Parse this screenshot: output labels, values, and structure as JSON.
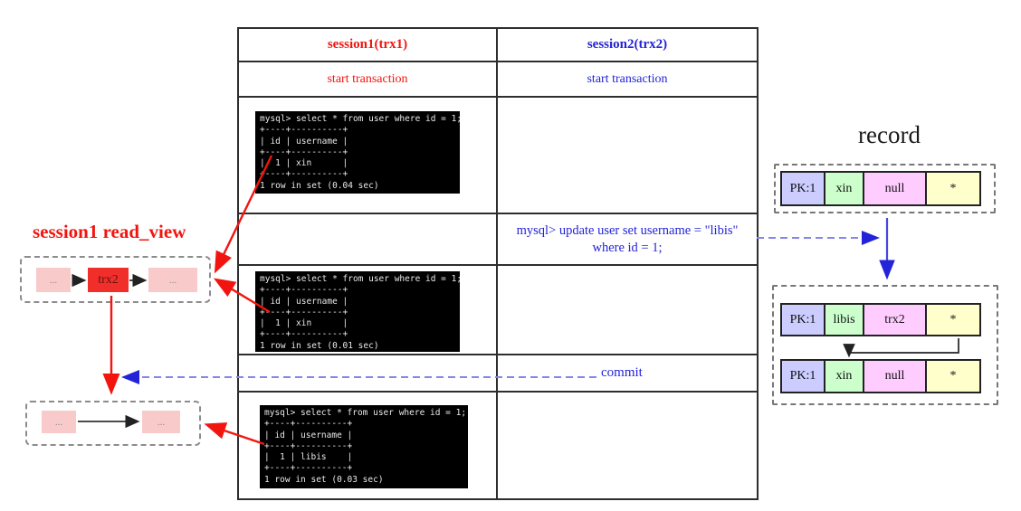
{
  "table": {
    "headers": {
      "session1": "session1(trx1)",
      "session2": "session2(trx2)"
    },
    "start_row": {
      "session1": "start transaction",
      "session2": "start transaction"
    },
    "update_sql": {
      "line1": "mysql> update user set username = \"libis\"",
      "line2": "where id = 1;"
    },
    "commit_label": "commit"
  },
  "terminals": [
    {
      "lines": [
        "mysql> select * from user where id = 1;",
        "+----+----------+",
        "| id | username |",
        "+----+----------+",
        "|  1 | xin      |",
        "+----+----------+",
        "1 row in set (0.04 sec)"
      ]
    },
    {
      "lines": [
        "mysql> select * from user where id = 1;",
        "+----+----------+",
        "| id | username |",
        "+----+----------+",
        "|  1 | xin      |",
        "+----+----------+",
        "1 row in set (0.01 sec)"
      ]
    },
    {
      "lines": [
        "mysql> select * from user where id = 1;",
        "+----+----------+",
        "| id | username |",
        "+----+----------+",
        "|  1 | libis    |",
        "+----+----------+",
        "1 row in set (0.03 sec)"
      ]
    }
  ],
  "read_view": {
    "title": "session1 read_view",
    "list1": {
      "prev": "...",
      "active": "trx2",
      "next": "..."
    },
    "list2": {
      "prev": "...",
      "next": "..."
    }
  },
  "record": {
    "title": "record",
    "version1": {
      "pk": "PK:1",
      "username": "xin",
      "trx": "null",
      "rest": "*"
    },
    "version2": {
      "pk": "PK:1",
      "username": "libis",
      "trx": "trx2",
      "rest": "*"
    },
    "version3": {
      "pk": "PK:1",
      "username": "xin",
      "trx": "null",
      "rest": "*"
    }
  },
  "colors": {
    "session1_red": "#f2150f",
    "session2_blue": "#2323d8",
    "dashed_arrow_blue": "#8585ec",
    "record_cell_lavender": "#ccccff",
    "record_cell_green": "#ccffcc",
    "record_cell_magenta": "#ffccff",
    "record_cell_yellow": "#ffffcc",
    "readview_node_pink": "#f9caca",
    "readview_node_red": "#f12f2a",
    "terminal_bg": "#000000"
  }
}
